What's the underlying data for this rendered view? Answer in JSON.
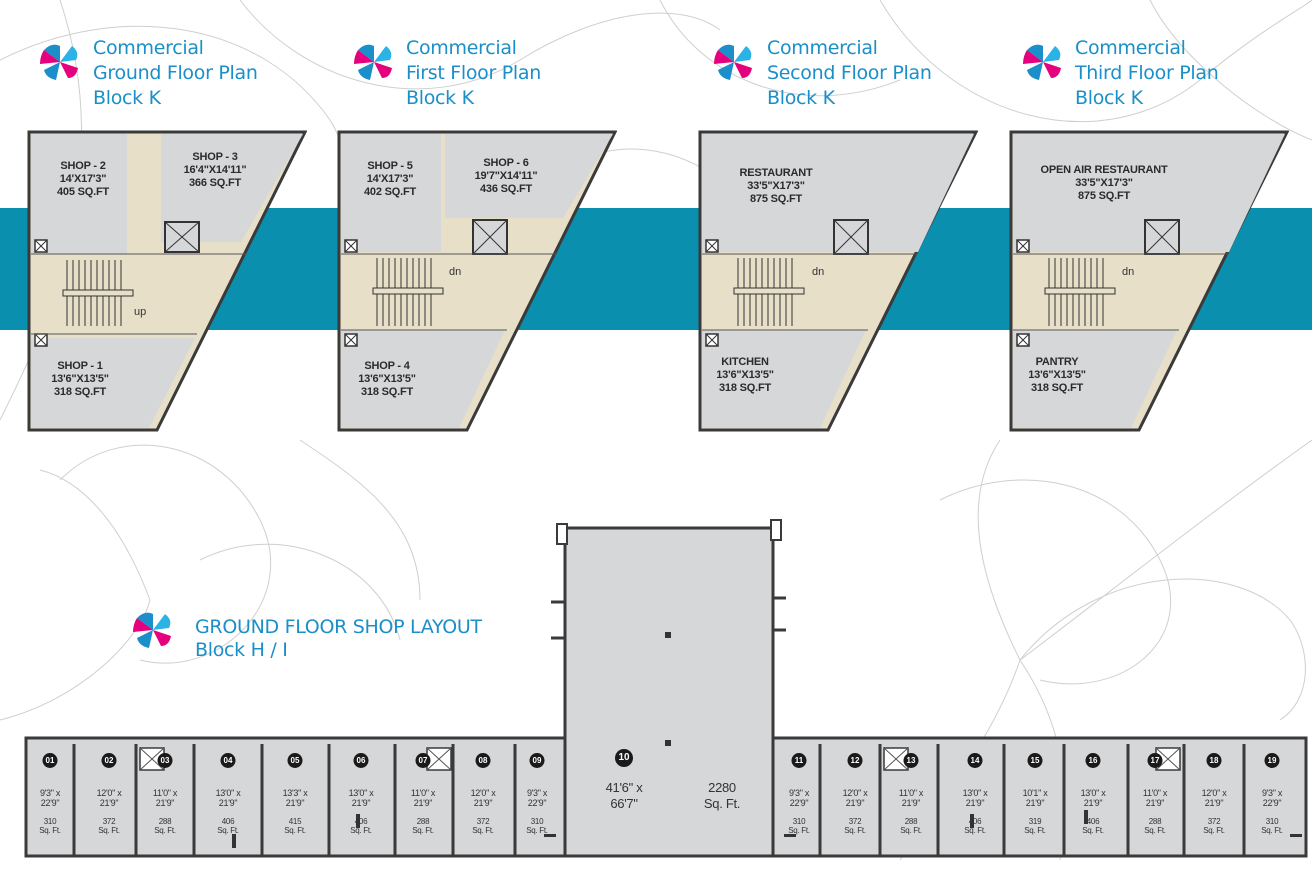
{
  "colors": {
    "accent_blue": "#1a8fc9",
    "band_teal": "#0a8faf",
    "room_grey": "#d6d7d9",
    "stair_beige": "#e8dfc9",
    "wall": "#3a3a3a"
  },
  "block_k": [
    {
      "title": [
        "Commercial",
        "Ground Floor Plan",
        "Block K"
      ],
      "rooms": [
        {
          "name": "SHOP - 2",
          "size": "14'X17'3\"",
          "area": "405 SQ.FT"
        },
        {
          "name": "SHOP - 3",
          "size": "16'4\"X14'11\"",
          "area": "366 SQ.FT"
        },
        {
          "name": "SHOP - 1",
          "size": "13'6\"X13'5\"",
          "area": "318 SQ.FT"
        }
      ],
      "stair_label": "up"
    },
    {
      "title": [
        "Commercial",
        "First Floor Plan",
        "Block K"
      ],
      "rooms": [
        {
          "name": "SHOP - 5",
          "size": "14'X17'3\"",
          "area": "402 SQ.FT"
        },
        {
          "name": "SHOP - 6",
          "size": "19'7\"X14'11\"",
          "area": "436 SQ.FT"
        },
        {
          "name": "SHOP - 4",
          "size": "13'6\"X13'5\"",
          "area": "318 SQ.FT"
        }
      ],
      "stair_label": "dn"
    },
    {
      "title": [
        "Commercial",
        "Second Floor Plan",
        "Block K"
      ],
      "rooms": [
        {
          "name": "RESTAURANT",
          "size": "33'5\"X17'3\"",
          "area": "875 SQ.FT"
        },
        {
          "name": "KITCHEN",
          "size": "13'6\"X13'5\"",
          "area": "318 SQ.FT"
        }
      ],
      "stair_label": "dn"
    },
    {
      "title": [
        "Commercial",
        "Third Floor Plan",
        "Block K"
      ],
      "rooms": [
        {
          "name": "OPEN AIR  RESTAURANT",
          "size": "33'5\"X17'3\"",
          "area": "875 SQ.FT"
        },
        {
          "name": "PANTRY",
          "size": "13'6\"X13'5\"",
          "area": "318 SQ.FT"
        }
      ],
      "stair_label": "dn"
    }
  ],
  "layout_title": [
    "GROUND FLOOR SHOP LAYOUT",
    "Block H / I"
  ],
  "big_shop": {
    "number": "10",
    "size": [
      "41'6\" x",
      "66'7\""
    ],
    "area": [
      "2280",
      "Sq. Ft."
    ]
  },
  "shops": [
    {
      "n": "01",
      "size": [
        "9'3\" x",
        "22'9\""
      ],
      "area": [
        "310",
        "Sq. Ft."
      ]
    },
    {
      "n": "02",
      "size": [
        "12'0\" x",
        "21'9\""
      ],
      "area": [
        "372",
        "Sq. Ft."
      ]
    },
    {
      "n": "03",
      "size": [
        "11'0\" x",
        "21'9\""
      ],
      "area": [
        "288",
        "Sq. Ft."
      ]
    },
    {
      "n": "04",
      "size": [
        "13'0\" x",
        "21'9\""
      ],
      "area": [
        "406",
        "Sq. Ft."
      ]
    },
    {
      "n": "05",
      "size": [
        "13'3\" x",
        "21'9\""
      ],
      "area": [
        "415",
        "Sq. Ft."
      ]
    },
    {
      "n": "06",
      "size": [
        "13'0\" x",
        "21'9\""
      ],
      "area": [
        "406",
        "Sq. Ft."
      ]
    },
    {
      "n": "07",
      "size": [
        "11'0\" x",
        "21'9\""
      ],
      "area": [
        "288",
        "Sq. Ft."
      ]
    },
    {
      "n": "08",
      "size": [
        "12'0\" x",
        "21'9\""
      ],
      "area": [
        "372",
        "Sq. Ft."
      ]
    },
    {
      "n": "09",
      "size": [
        "9'3\" x",
        "22'9\""
      ],
      "area": [
        "310",
        "Sq. Ft."
      ]
    },
    {
      "n": "11",
      "size": [
        "9'3\" x",
        "22'9\""
      ],
      "area": [
        "310",
        "Sq. Ft."
      ]
    },
    {
      "n": "12",
      "size": [
        "12'0\" x",
        "21'9\""
      ],
      "area": [
        "372",
        "Sq. Ft."
      ]
    },
    {
      "n": "13",
      "size": [
        "11'0\" x",
        "21'9\""
      ],
      "area": [
        "288",
        "Sq. Ft."
      ]
    },
    {
      "n": "14",
      "size": [
        "13'0\" x",
        "21'9\""
      ],
      "area": [
        "406",
        "Sq. Ft."
      ]
    },
    {
      "n": "15",
      "size": [
        "10'1\" x",
        "21'9\""
      ],
      "area": [
        "319",
        "Sq. Ft."
      ]
    },
    {
      "n": "16",
      "size": [
        "13'0\" x",
        "21'9\""
      ],
      "area": [
        "406",
        "Sq. Ft."
      ]
    },
    {
      "n": "17",
      "size": [
        "11'0\" x",
        "21'9\""
      ],
      "area": [
        "288",
        "Sq. Ft."
      ]
    },
    {
      "n": "18",
      "size": [
        "12'0\" x",
        "21'9\""
      ],
      "area": [
        "372",
        "Sq. Ft."
      ]
    },
    {
      "n": "19",
      "size": [
        "9'3\" x",
        "22'9\""
      ],
      "area": [
        "310",
        "Sq. Ft."
      ]
    }
  ]
}
